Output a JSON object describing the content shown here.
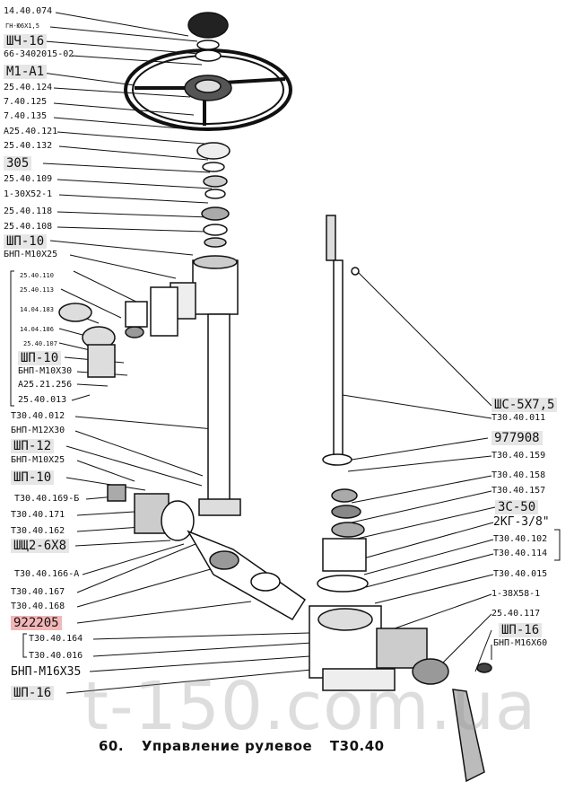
{
  "labels_left": [
    "14.40.074",
    "ГН-Ю6Х1,5",
    "ШЧ-16",
    "66-3402015-02",
    "М1-А1",
    "25.40.124",
    "7.40.125",
    "7.40.135",
    "А25.40.121",
    "25.40.132",
    "305",
    "25.40.109",
    "1-30Х52-1",
    "25.40.118",
    "25.40.108",
    "ШП-10",
    "БНП-М10Х25",
    "25.40.110",
    "25.40.113",
    "14.04.183",
    "14.04.186",
    "25.40.107",
    "ШП-10",
    "БНП-М10Х30",
    "А25.21.256",
    "25.40.013",
    "Т30.40.012",
    "БНП-М12Х30",
    "ШП-12",
    "БНП-М10Х25",
    "ШП-10",
    "Т30.40.169-Б",
    "Т30.40.171",
    "Т30.40.162",
    "ШЩ2-6Х8",
    "Т30.40.166-А",
    "Т30.40.167",
    "Т30.40.168",
    "922205",
    "Т30.40.164",
    "Т30.40.016",
    "БНП-М16Х35",
    "ШП-16"
  ],
  "labels_right": [
    "ШС-5Х7,5",
    "Т30.40.011",
    "977908",
    "Т30.40.159",
    "Т30.40.158",
    "Т30.40.157",
    "ЗС-50",
    "2КГ-3/8\"",
    "Т30.40.102",
    "Т30.40.114",
    "Т30.40.015",
    "1-38Х58-1",
    "25.40.117",
    "ШП-16",
    "БНП-М16Х60"
  ],
  "caption": {
    "number": "60.",
    "title": "Управление рулевое",
    "model": "Т30.40"
  },
  "watermark": "t-150.com.ua",
  "colors": {
    "highlight": "#f4b7b7",
    "box": "#e6e6e6",
    "ink": "#111111"
  }
}
